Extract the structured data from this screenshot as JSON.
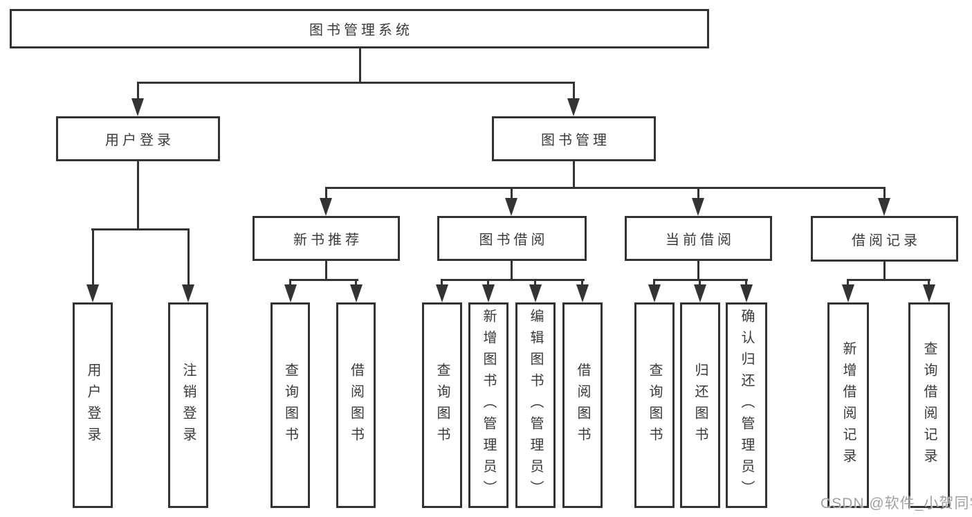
{
  "diagram": {
    "root": "图书管理系统",
    "level2": [
      "用户登录",
      "图书管理"
    ],
    "level3": [
      "新书推荐",
      "图书借阅",
      "当前借阅",
      "借阅记录"
    ],
    "login_children": [
      "用户登录",
      "注销登录"
    ],
    "recommend_children": [
      "查询图书",
      "借阅图书"
    ],
    "borrow_children": [
      "查询图书",
      "新增图书（管理员）",
      "编辑图书（管理员）",
      "借阅图书"
    ],
    "current_children": [
      "查询图书",
      "归还图书",
      "确认归还（管理员）"
    ],
    "record_children": [
      "新增借阅记录",
      "查询借阅记录"
    ]
  },
  "watermark": "CSDN @软件_小贺同学",
  "colors": {
    "line": "#333333",
    "text": "#3a3a3a",
    "background": "#ffffff",
    "watermark": "#919191"
  }
}
